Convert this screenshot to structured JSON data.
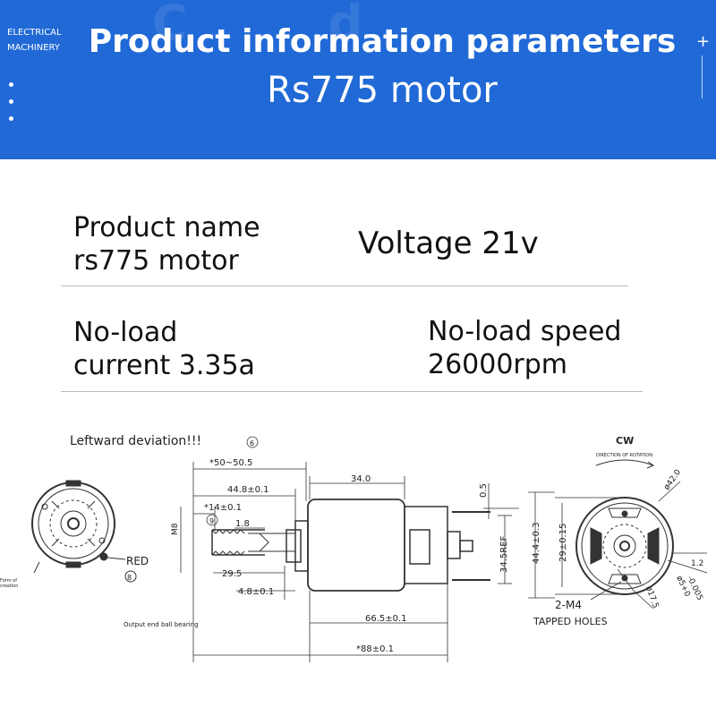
{
  "banner": {
    "brand": [
      "ELECTRICAL",
      "MACHINERY"
    ],
    "title": "Product information parameters",
    "subtitle": "Rs775 motor"
  },
  "specs": {
    "product_name": [
      "Product name",
      "rs775 motor"
    ],
    "voltage": "Voltage 21v",
    "noload_current": [
      "No-load",
      "current 3.35a"
    ],
    "noload_speed": [
      "No-load speed",
      "26000rpm"
    ]
  },
  "drawing": {
    "note_leftward": "Leftward deviation!!!",
    "note_bearing": "Output end ball bearing",
    "note_form": [
      "Form of",
      "creation"
    ],
    "red_label": "RED",
    "circle_8": "8",
    "circle_6": "6",
    "circle_9": "9",
    "dim_50": "*50~50.5",
    "dim_448": "44.8±0.1",
    "dim_14": "*14±0.1",
    "dim_18": "1.8",
    "dim_m8": "M8",
    "dim_295": "29.5",
    "dim_48": "4.8±0.1",
    "dim_340": "34.0",
    "dim_05": "0.5",
    "dim_345": "34.5REF",
    "dim_444": "44.4±0.3",
    "dim_665": "66.5±0.1",
    "dim_88": "*88±0.1",
    "cw": "CW",
    "direction": "DIRECTION OF ROTATION",
    "dim_420": "ø42.0",
    "dim_29": "29±0.15",
    "dim_12": "1.2",
    "dim_5": "ø5+0",
    "dim_0005": "-0.005",
    "dim_175": "ø17.5",
    "m4": "2-M4",
    "tapped": "TAPPED HOLES"
  },
  "colors": {
    "banner": "#2069d6",
    "divider": "#bcbcbc"
  }
}
